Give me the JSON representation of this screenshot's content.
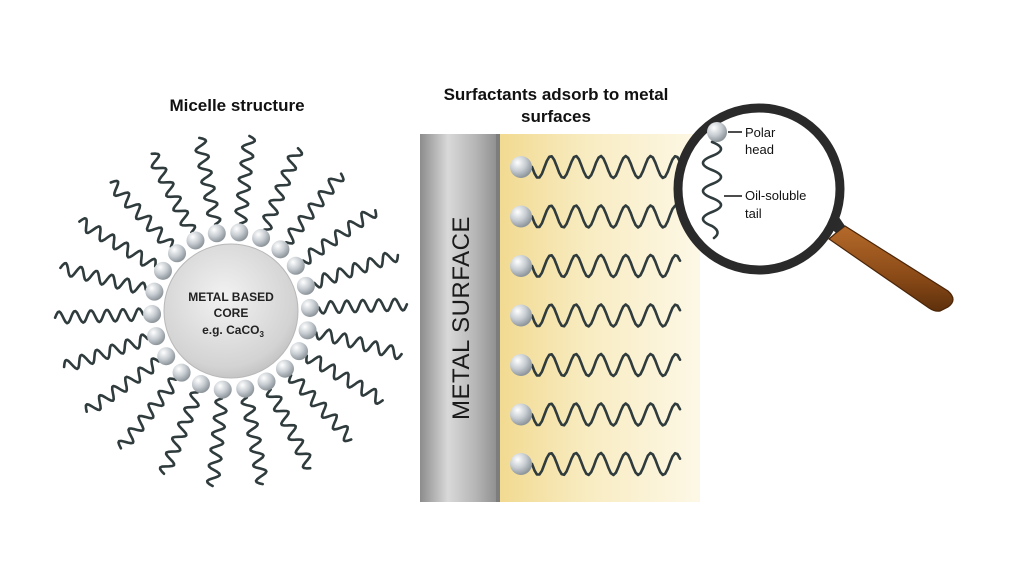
{
  "micelle": {
    "title": "Micelle structure",
    "core_line1": "METAL BASED",
    "core_line2": "CORE",
    "core_line3_prefix": "e.g. CaCO",
    "core_line3_sub": "3"
  },
  "surface": {
    "title_line1": "Surfactants adsorb to metal",
    "title_line2": "surfaces",
    "metal_label": "METAL SURFACE"
  },
  "magnifier": {
    "head_label_line1": "Polar",
    "head_label_line2": "head",
    "tail_label_line1": "Oil-soluble",
    "tail_label_line2": "tail"
  },
  "colors": {
    "tail": "#2f3b3c",
    "head": "#c3c9ce",
    "core": "#d6d6d6",
    "oil_layer": "#f4e2a4",
    "metal": "#a9a9a9",
    "handle": "#8a4a17"
  },
  "counts": {
    "micelle_surfactants": 22,
    "adsorbed_surfactants": 7
  }
}
